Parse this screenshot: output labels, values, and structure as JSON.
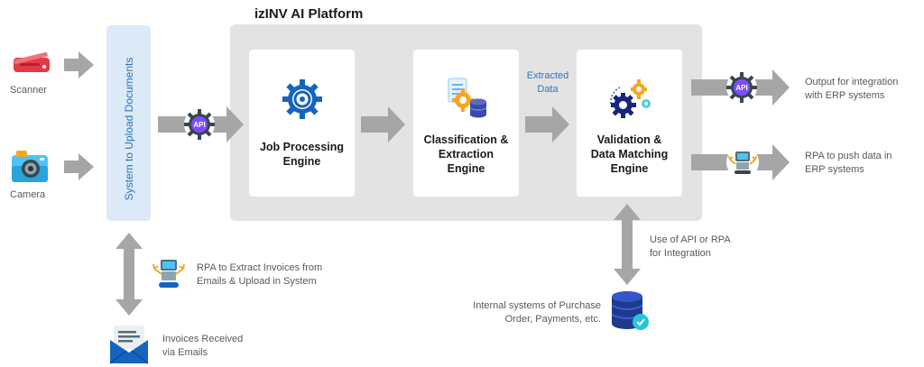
{
  "platform": {
    "title": "izINV AI Platform"
  },
  "sources": {
    "scanner_label": "Scanner",
    "camera_label": "Camera"
  },
  "upload_system": {
    "label": "System to Upload Documents"
  },
  "engines": {
    "job_processing": "Job Processing\nEngine",
    "classification": "Classification &\nExtraction\nEngine",
    "validation": "Validation &\nData Matching\nEngine"
  },
  "flow_labels": {
    "extracted_data": "Extracted\nData"
  },
  "outputs": {
    "erp_integration": "Output for integration\nwith ERP systems",
    "rpa_push": "RPA to push data in\nERP systems"
  },
  "integration": {
    "api_rpa_label": "Use of API or RPA\nfor Integration",
    "internal_systems": "Internal systems of Purchase\nOrder, Payments, etc."
  },
  "email": {
    "rpa_label": "RPA to Extract Invoices from\nEmails & Upload in System",
    "invoices_label": "Invoices Received\nvia Emails"
  },
  "icons": {
    "api_badge": "API",
    "colors": {
      "gear_blue": "#1565c0",
      "gear_orange": "#f5a623",
      "arrow_gray": "#a6a6a6",
      "accent_blue": "#2e75b6"
    }
  }
}
